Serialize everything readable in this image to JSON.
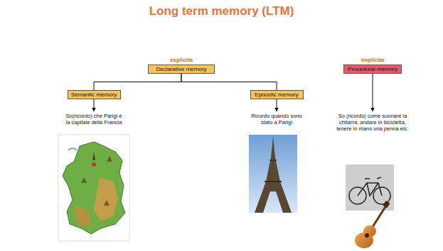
{
  "diagram": {
    "title": "Long term memory (LTM)",
    "nodes": [
      {
        "text": [
          "esplicita",
          "Declarative memory"
        ]
      },
      {
        "text": [
          "implicita",
          "Procedural memory"
        ]
      },
      {
        "text": [
          "Semantic memory"
        ]
      },
      {
        "text": [
          "Episodic memory"
        ]
      },
      {
        "text": [
          "So(ricordo) che Parigi è la capitale della Francia"
        ]
      },
      {
        "text": [
          "Ricordo quando sono stato a Parigi"
        ]
      },
      {
        "text": [
          "So (ricordo) come suonare la chitarra, andare in bicicletta, tenere in mano una penna etc."
        ]
      }
    ],
    "edges": [
      {
        "from": 0,
        "to": 2,
        "arrow": "none"
      },
      {
        "from": 0,
        "to": 3,
        "arrow": "none"
      },
      {
        "from": 2,
        "to": 4,
        "arrow": "to"
      },
      {
        "from": 3,
        "to": 5,
        "arrow": "to"
      },
      {
        "from": 1,
        "to": 6,
        "arrow": "to"
      }
    ]
  }
}
